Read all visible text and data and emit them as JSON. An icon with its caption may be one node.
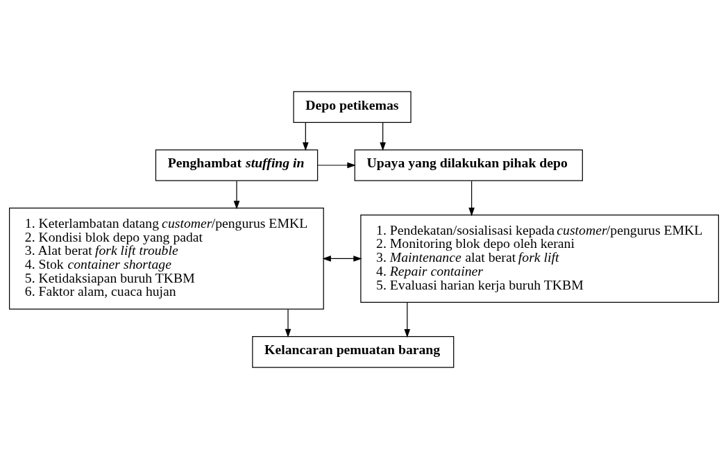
{
  "diagram": {
    "nodes": [
      {
        "text": [
          "Depo petikemas"
        ]
      },
      {
        "text": [
          "Penghambat *stuffing in*"
        ]
      },
      {
        "text": [
          "Upaya yang dilakukan pihak depo"
        ]
      },
      {
        "text": [
          "1. Keterlambatan datang *customer*/pengurus EMKL",
          "2. Kondisi blok depo yang padat",
          "3. Alat berat *fork lift trouble*",
          "4. Stok *container shortage*",
          "5. Ketidaksiapan buruh TKBM",
          "6. Faktor alam, cuaca hujan"
        ]
      },
      {
        "text": [
          "1. Pendekatan/sosialisasi kepada *customer*/pengurus EMKL",
          "2. Monitoring blok depo oleh kerani",
          "3. *Maintenance* alat berat *fork lift*",
          "4. *Repair container*",
          "5. Evaluasi harian kerja buruh TKBM"
        ]
      },
      {
        "text": [
          "Kelancaran pemuatan barang"
        ]
      }
    ],
    "edges": [
      {
        "from": 0,
        "to": 1,
        "arrow": "to"
      },
      {
        "from": 0,
        "to": 2,
        "arrow": "to"
      },
      {
        "from": 1,
        "to": 2,
        "arrow": "to"
      },
      {
        "from": 1,
        "to": 3,
        "arrow": "to"
      },
      {
        "from": 2,
        "to": 4,
        "arrow": "to"
      },
      {
        "from": 3,
        "to": 4,
        "arrow": "both"
      },
      {
        "from": 3,
        "to": 5,
        "arrow": "to"
      },
      {
        "from": 4,
        "to": 5,
        "arrow": "to"
      }
    ]
  }
}
